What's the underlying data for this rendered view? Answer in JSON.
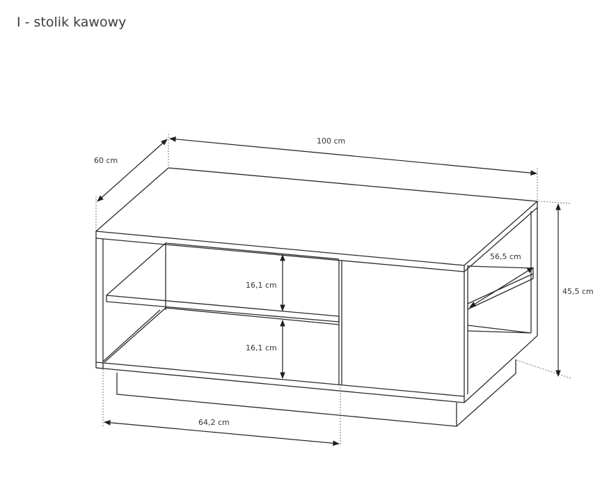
{
  "title": "I - stolik kawowy",
  "dimensions": {
    "width": "100 cm",
    "depth": "60 cm",
    "height": "45,5 cm",
    "inner_depth": "56,5 cm",
    "shelf_upper": "16,1 cm",
    "shelf_lower": "16,1 cm",
    "compartment_width": "64,2 cm"
  },
  "colors": {
    "line": "#2b2b2b",
    "dash": "#555555",
    "text": "#333333"
  }
}
